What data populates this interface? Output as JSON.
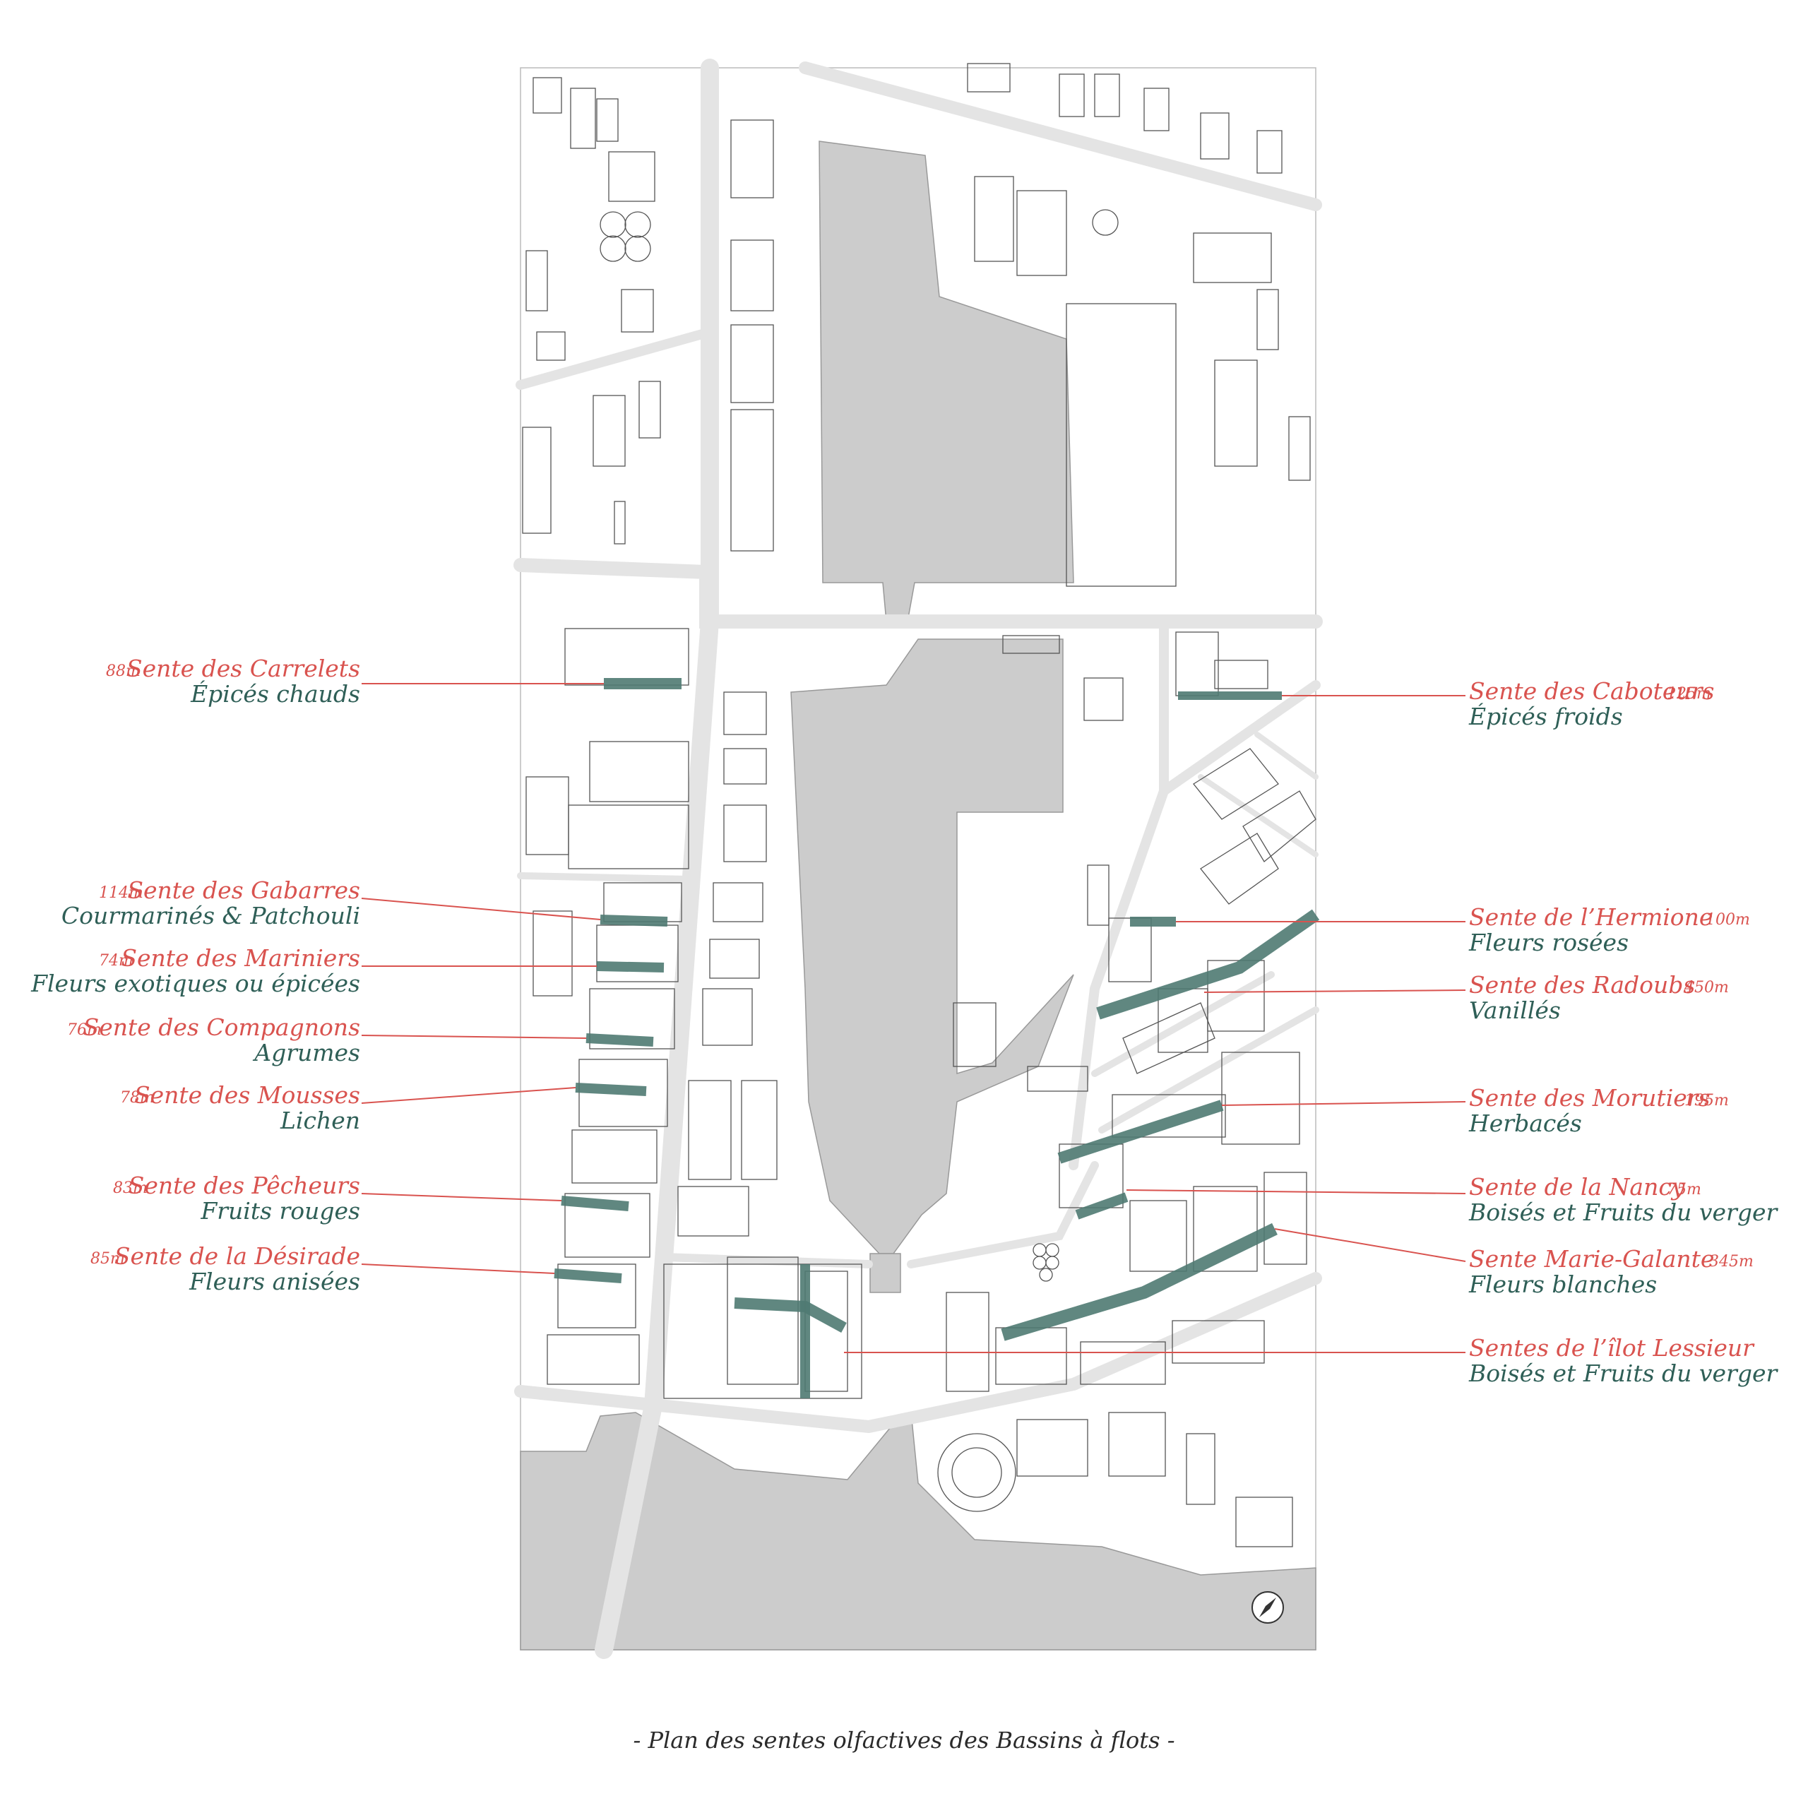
{
  "colors": {
    "label_red": "#d9534f",
    "scent_green": "#2f5f57",
    "path_green": "#4f7a72",
    "water": "#cccccc",
    "road": "#e6e6e6",
    "building_stroke": "#555555"
  },
  "caption": "- Plan des sentes olfactives des Bassins à flots -",
  "compass": {
    "icon": "compass-rose-icon"
  },
  "paths": [
    {
      "id": "carrelets",
      "length": "88m",
      "name": "Sente des Carrelets",
      "scent": "Épicés chauds"
    },
    {
      "id": "gabarres",
      "length": "114m",
      "name": "Sente des Gabarres",
      "scent": "Courmarinés & Patchouli"
    },
    {
      "id": "mariniers",
      "length": "74m",
      "name": "Sente des Mariniers",
      "scent": "Fleurs exotiques ou épicées"
    },
    {
      "id": "compagnons",
      "length": "76m",
      "name": "Sente des Compagnons",
      "scent": "Agrumes"
    },
    {
      "id": "mousses",
      "length": "78m",
      "name": "Sente des Mousses",
      "scent": "Lichen"
    },
    {
      "id": "pecheurs",
      "length": "83m",
      "name": "Sente des Pêcheurs",
      "scent": "Fruits rouges"
    },
    {
      "id": "desirade",
      "length": "85m",
      "name": "Sente de la Désirade",
      "scent": "Fleurs anisées"
    },
    {
      "id": "caboteurs",
      "length": "125m",
      "name": "Sente des Caboteurs",
      "scent": "Épicés froids"
    },
    {
      "id": "hermione",
      "length": "100m",
      "name": "Sente de l’Hermione",
      "scent": "Fleurs rosées"
    },
    {
      "id": "radoubs",
      "length": "450m",
      "name": "Sente des Radoubs",
      "scent": "Vanillés"
    },
    {
      "id": "morutiers",
      "length": "195m",
      "name": "Sente des Morutiers",
      "scent": "Herbacés"
    },
    {
      "id": "nancy",
      "length": "75m",
      "name": "Sente de la Nancy",
      "scent": "Boisés et Fruits du verger"
    },
    {
      "id": "mariegalante",
      "length": "345m",
      "name": "Sente Marie-Galante",
      "scent": "Fleurs blanches"
    },
    {
      "id": "lessieur",
      "length": "",
      "name": "Sentes de l’îlot Lessieur",
      "scent": "Boisés et Fruits du verger"
    }
  ]
}
